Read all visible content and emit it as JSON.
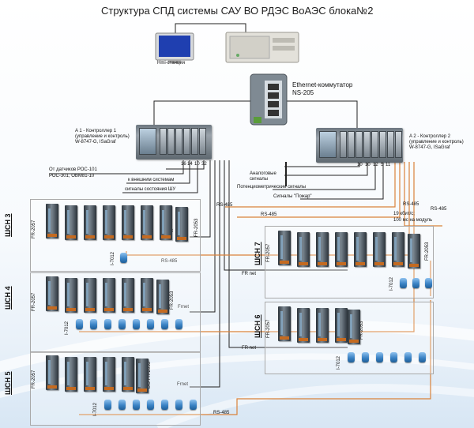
{
  "title": "Структура СПД системы САУ ВО РДЭС ВоАЭС блока№2",
  "workstation": {
    "label": "Hmi-станция",
    "monitor_icon": "monitor-icon",
    "server_icon": "server-icon"
  },
  "switch": {
    "title": "Ethernet-коммутатор",
    "model": "NS-205",
    "icon": "network-switch-icon"
  },
  "controller1": {
    "line1": "A 1 - Контроллер 1",
    "line2": "(управление и контроль)",
    "line3": "W-8747-G, ISaGraf",
    "slots": [
      "16",
      "14",
      "10",
      "32"
    ]
  },
  "controller2": {
    "line1": "A 2 - Контроллер 2",
    "line2": "(управление и контроль)",
    "line3": "W-8747-G, ISaGraf",
    "slots": [
      "10",
      "10",
      "12",
      "5",
      "11"
    ]
  },
  "left_signals": {
    "sensors1": "От датчиков РОС-101",
    "sensors2": "РОС-301, ОВМ81-10",
    "external": "к внешним системам",
    "shu": "сигналы состояния ШУ"
  },
  "right_signals": {
    "analog1": "Аналоговые",
    "analog2": "сигналы",
    "pot": "Потенциометрические сигналы",
    "fire": "Сигналы \"Пожар\""
  },
  "bus": {
    "rs485": "RS-485",
    "frnet": "Frnet",
    "fr_net": "FR net",
    "speed1": "19 кбит/с;",
    "speed2": "100 мс на модуль"
  },
  "groups": {
    "g3": {
      "name": "ШСН 3",
      "a": "FR-2057",
      "b": "FR-2053",
      "mod": "I-7012"
    },
    "g4": {
      "name": "ШСН 4",
      "a": "FR-2057",
      "b": "FR-2053",
      "mod": "I-7012"
    },
    "g5": {
      "name": "ШСН 5",
      "a": "FR-2057",
      "b": "DO FR-2053",
      "mod": "I-7012"
    },
    "g7": {
      "name": "ШСН 7",
      "a": "FR-2057",
      "b": "FR-2053",
      "mod": "I-7012"
    },
    "g6": {
      "name": "ШСН 6",
      "a": "FR-2057",
      "b": "FR-2053",
      "mod": "I-7012"
    }
  },
  "colors": {
    "bus_rs485": "#d9823a",
    "wire": "#222222",
    "module": "#3b83c5",
    "cabinet": "#4f5962"
  }
}
